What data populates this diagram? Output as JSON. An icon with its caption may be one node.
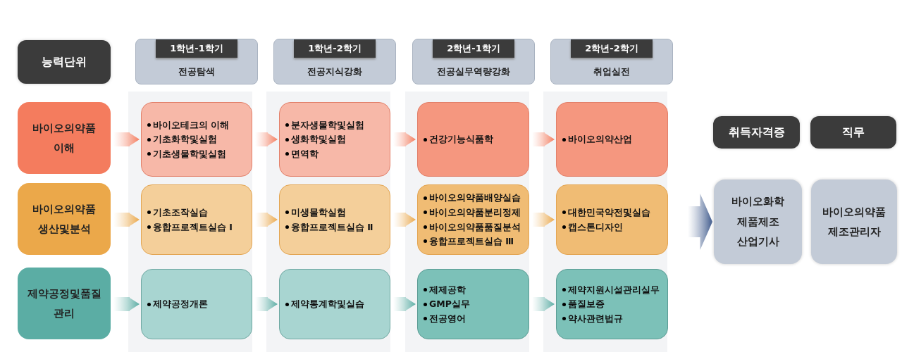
{
  "diagram": {
    "nodes": [
      {
        "text": [
          "능력단위"
        ]
      },
      {
        "text": [
          "전공탐색"
        ]
      },
      {
        "text": [
          "전공지식강화"
        ]
      },
      {
        "text": [
          "전공실무역량강화"
        ]
      },
      {
        "text": [
          "취업실전"
        ]
      },
      {
        "text": [
          "바이오의약품 이해"
        ]
      },
      {
        "text": [
          "바이오테크의 이해",
          "기초화학및실험",
          "기초생물학및실험"
        ]
      },
      {
        "text": [
          "분자생물학및실험",
          "생화학및실험",
          "면역학"
        ]
      },
      {
        "text": [
          "건강기능식품학"
        ]
      },
      {
        "text": [
          "바이오의약산업"
        ]
      },
      {
        "text": [
          "바이오의약품 생산및분석"
        ]
      },
      {
        "text": [
          "기초조작실습",
          "융합프로젝트실습 Ⅰ"
        ]
      },
      {
        "text": [
          "미생물학실험",
          "융합프로젝트실습 Ⅱ"
        ]
      },
      {
        "text": [
          "바이오의약품배양실습",
          "바이오의약품분리정제",
          "바이오의약품품질분석",
          "융합프로젝트실습 Ⅲ"
        ]
      },
      {
        "text": [
          "대한민국약전및실습",
          "캡스톤디자인"
        ]
      },
      {
        "text": [
          "제약공정및품질 관리"
        ]
      },
      {
        "text": [
          "제약공정개론"
        ]
      },
      {
        "text": [
          "제약통계학및실습"
        ]
      },
      {
        "text": [
          "제제공학",
          "GMP실무",
          "전공영어"
        ]
      },
      {
        "text": [
          "제약지원시설관리실무",
          "품질보증",
          "약사관련법규"
        ]
      },
      {
        "text": [
          "취득자격증"
        ]
      },
      {
        "text": [
          "직무"
        ]
      },
      {
        "text": [
          "바이오화학 제품제조 산업기사"
        ]
      },
      {
        "text": [
          "바이오의약품 제조관리자"
        ]
      },
      {
        "text": [
          "1학년-1학기"
        ],
        "in": 1
      },
      {
        "text": [
          "1학년-2학기"
        ],
        "in": 2
      },
      {
        "text": [
          "2학년-1학기"
        ],
        "in": 3
      },
      {
        "text": [
          "2학년-2학기"
        ],
        "in": 4
      }
    ],
    "edges": [
      {
        "from": 5,
        "to": 6,
        "arrow": "to",
        "color": "#f47c5e"
      },
      {
        "from": 6,
        "to": 7,
        "arrow": "to",
        "color": "#f47c5e"
      },
      {
        "from": 7,
        "to": 8,
        "arrow": "to",
        "color": "#f47c5e"
      },
      {
        "from": 8,
        "to": 9,
        "arrow": "to",
        "color": "#f47c5e"
      },
      {
        "from": 10,
        "to": 11,
        "arrow": "to",
        "color": "#eba84a"
      },
      {
        "from": 11,
        "to": 12,
        "arrow": "to",
        "color": "#eba84a"
      },
      {
        "from": 12,
        "to": 13,
        "arrow": "to",
        "color": "#eba84a"
      },
      {
        "from": 13,
        "to": 14,
        "arrow": "to",
        "color": "#eba84a"
      },
      {
        "from": 15,
        "to": 16,
        "arrow": "to",
        "color": "#5bada4"
      },
      {
        "from": 16,
        "to": 17,
        "arrow": "to",
        "color": "#5bada4"
      },
      {
        "from": 17,
        "to": 18,
        "arrow": "to",
        "color": "#5bada4"
      },
      {
        "from": 18,
        "to": 19,
        "arrow": "to",
        "color": "#5bada4"
      },
      {
        "from": null,
        "to": 22,
        "arrow": "to",
        "color": "#3f5a8c"
      }
    ]
  }
}
